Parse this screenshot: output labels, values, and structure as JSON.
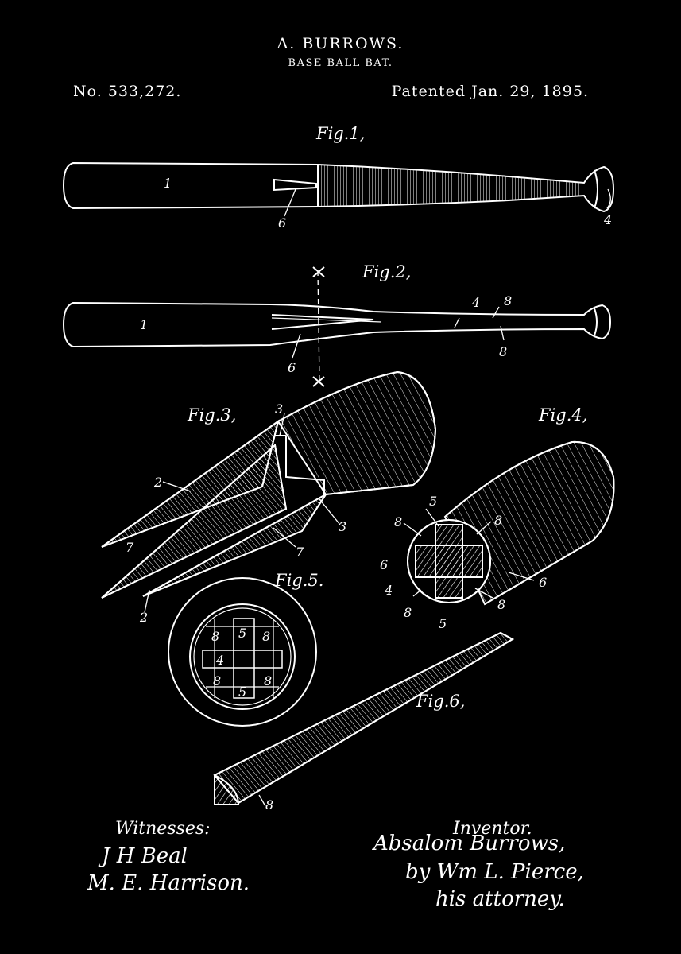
{
  "header": {
    "inventor_name": "A. BURROWS.",
    "title": "BASE BALL BAT.",
    "patent_number": "No. 533,272.",
    "patent_date": "Patented Jan. 29, 1895."
  },
  "figures": {
    "fig1": "Fig.1,",
    "fig2": "Fig.2,",
    "fig3": "Fig.3,",
    "fig4": "Fig.4,",
    "fig5": "Fig.5.",
    "fig6": "Fig.6,"
  },
  "reference_numerals": {
    "one": "1",
    "two": "2",
    "three": "3",
    "four": "4",
    "five": "5",
    "six": "6",
    "seven": "7",
    "eight": "8"
  },
  "witnesses": {
    "label": "Witnesses:",
    "first": "J H Beal",
    "second": "M. E. Harrison."
  },
  "inventor": {
    "label": "Inventor.",
    "name": "Absalom Burrows,",
    "by_line": "by Wm L. Pierce,",
    "attorney_line": "his attorney."
  },
  "colors": {
    "background": "#000000",
    "ink": "#ffffff"
  }
}
